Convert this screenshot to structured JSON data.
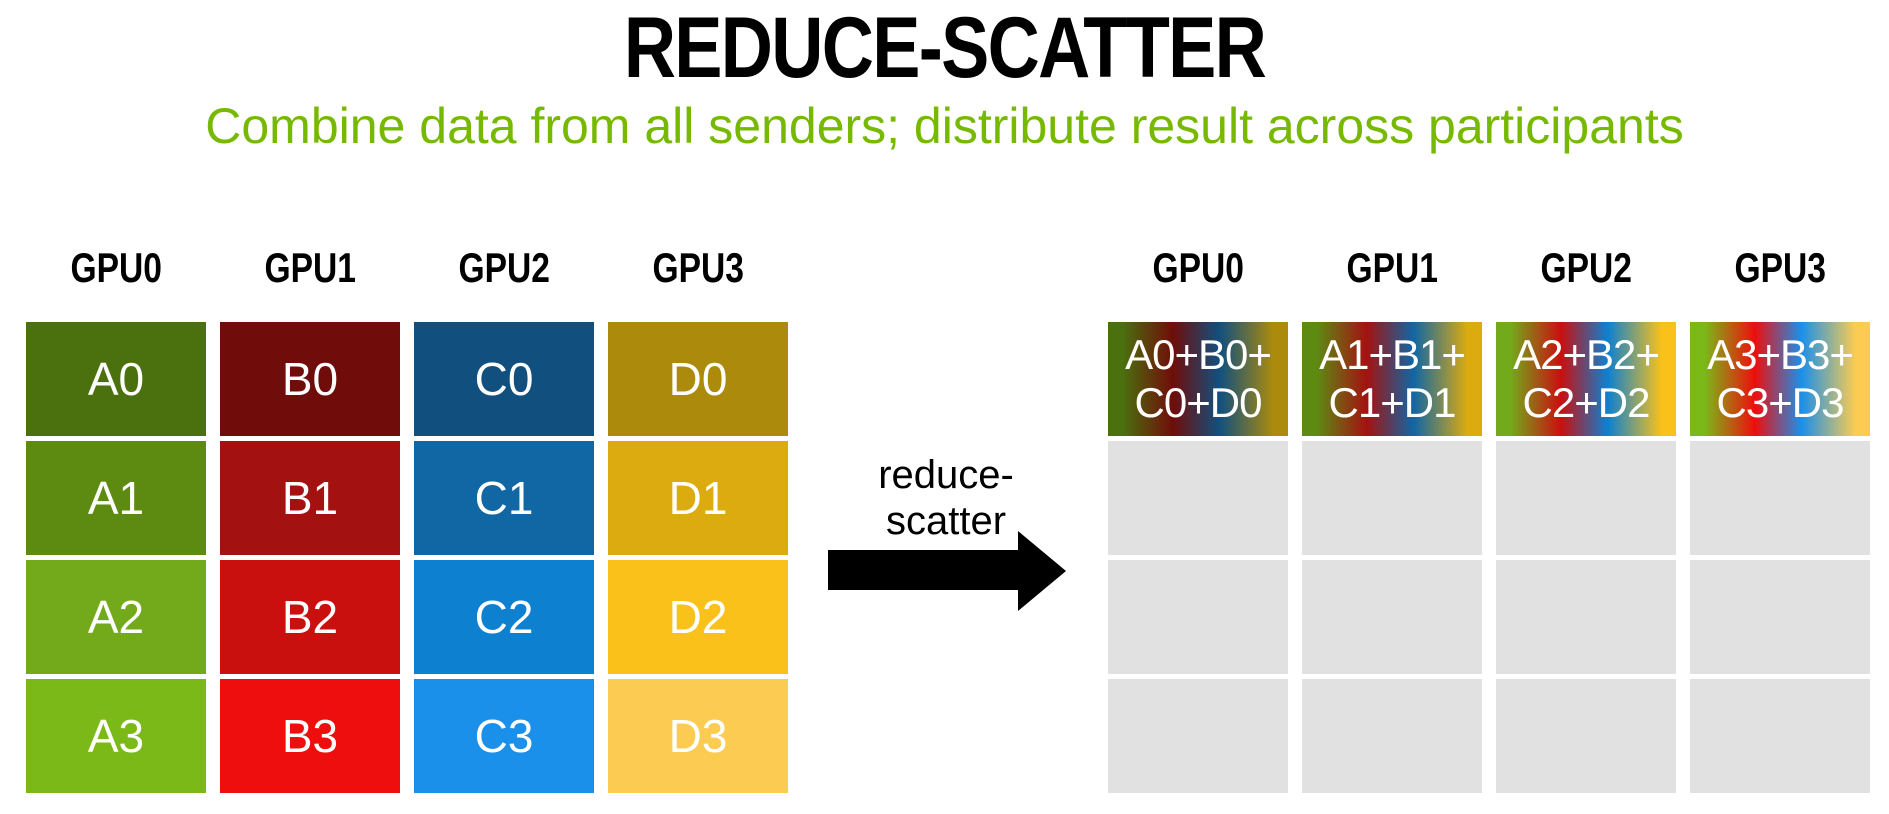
{
  "title": "REDUCE-SCATTER",
  "subtitle": "Combine data from all senders; distribute result across participants",
  "operation": {
    "line1": "reduce-",
    "line2": "scatter"
  },
  "colors": {
    "title_text": "#000000",
    "subtitle_text": "#76b900",
    "header_text": "#000000",
    "cell_text": "#ffffff",
    "arrow": "#000000",
    "empty_cell": "#e1e1e1",
    "background": "#ffffff"
  },
  "left_table": {
    "headers": [
      "GPU0",
      "GPU1",
      "GPU2",
      "GPU3"
    ],
    "columns": [
      [
        {
          "label": "A0",
          "color": "#4b700e"
        },
        {
          "label": "A1",
          "color": "#5d8b12"
        },
        {
          "label": "A2",
          "color": "#73aa1b"
        },
        {
          "label": "A3",
          "color": "#7bb918"
        }
      ],
      [
        {
          "label": "B0",
          "color": "#700d0a"
        },
        {
          "label": "B1",
          "color": "#a31211"
        },
        {
          "label": "B2",
          "color": "#ca0f0f"
        },
        {
          "label": "B3",
          "color": "#ee0e0d"
        }
      ],
      [
        {
          "label": "C0",
          "color": "#11507e"
        },
        {
          "label": "C1",
          "color": "#1166a4"
        },
        {
          "label": "C2",
          "color": "#0d80d0"
        },
        {
          "label": "C3",
          "color": "#1b90ea"
        }
      ],
      [
        {
          "label": "D0",
          "color": "#ac8b0c"
        },
        {
          "label": "D1",
          "color": "#dcab10"
        },
        {
          "label": "D2",
          "color": "#fac11b"
        },
        {
          "label": "D3",
          "color": "#fbcc51"
        }
      ]
    ]
  },
  "right_table": {
    "headers": [
      "GPU0",
      "GPU1",
      "GPU2",
      "GPU3"
    ],
    "results": [
      {
        "line1": "A0+B0+",
        "line2": "C0+D0",
        "gradient": [
          "#4b700e",
          "#700d0a",
          "#11507e",
          "#ac8b0c"
        ]
      },
      {
        "line1": "A1+B1+",
        "line2": "C1+D1",
        "gradient": [
          "#5d8b12",
          "#a31211",
          "#1166a4",
          "#dcab10"
        ]
      },
      {
        "line1": "A2+B2+",
        "line2": "C2+D2",
        "gradient": [
          "#73aa1b",
          "#ca0f0f",
          "#0d80d0",
          "#fac11b"
        ]
      },
      {
        "line1": "A3+B3+",
        "line2": "C3+D3",
        "gradient": [
          "#7bb918",
          "#ee0e0d",
          "#1b90ea",
          "#fbcc51"
        ]
      }
    ]
  }
}
